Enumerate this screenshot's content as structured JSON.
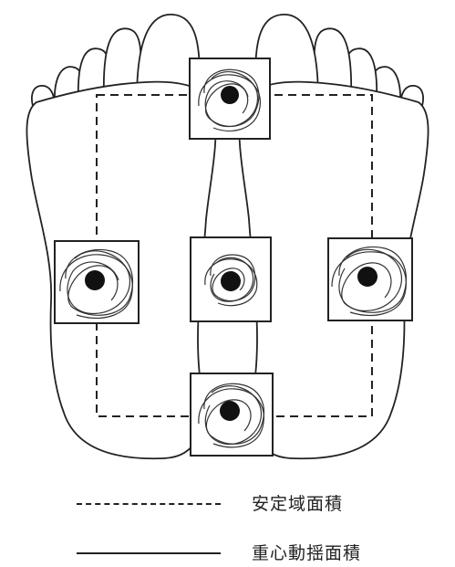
{
  "legend": {
    "items": [
      {
        "style": "dashed",
        "label": "安定域面積"
      },
      {
        "style": "solid",
        "label": "重心動揺面積"
      }
    ]
  },
  "measurement_points": [
    {
      "name": "toe"
    },
    {
      "name": "left"
    },
    {
      "name": "center"
    },
    {
      "name": "right"
    },
    {
      "name": "heel"
    }
  ],
  "colors": {
    "stroke": "#222222",
    "fill": "#ffffff",
    "marker": "#111111"
  }
}
